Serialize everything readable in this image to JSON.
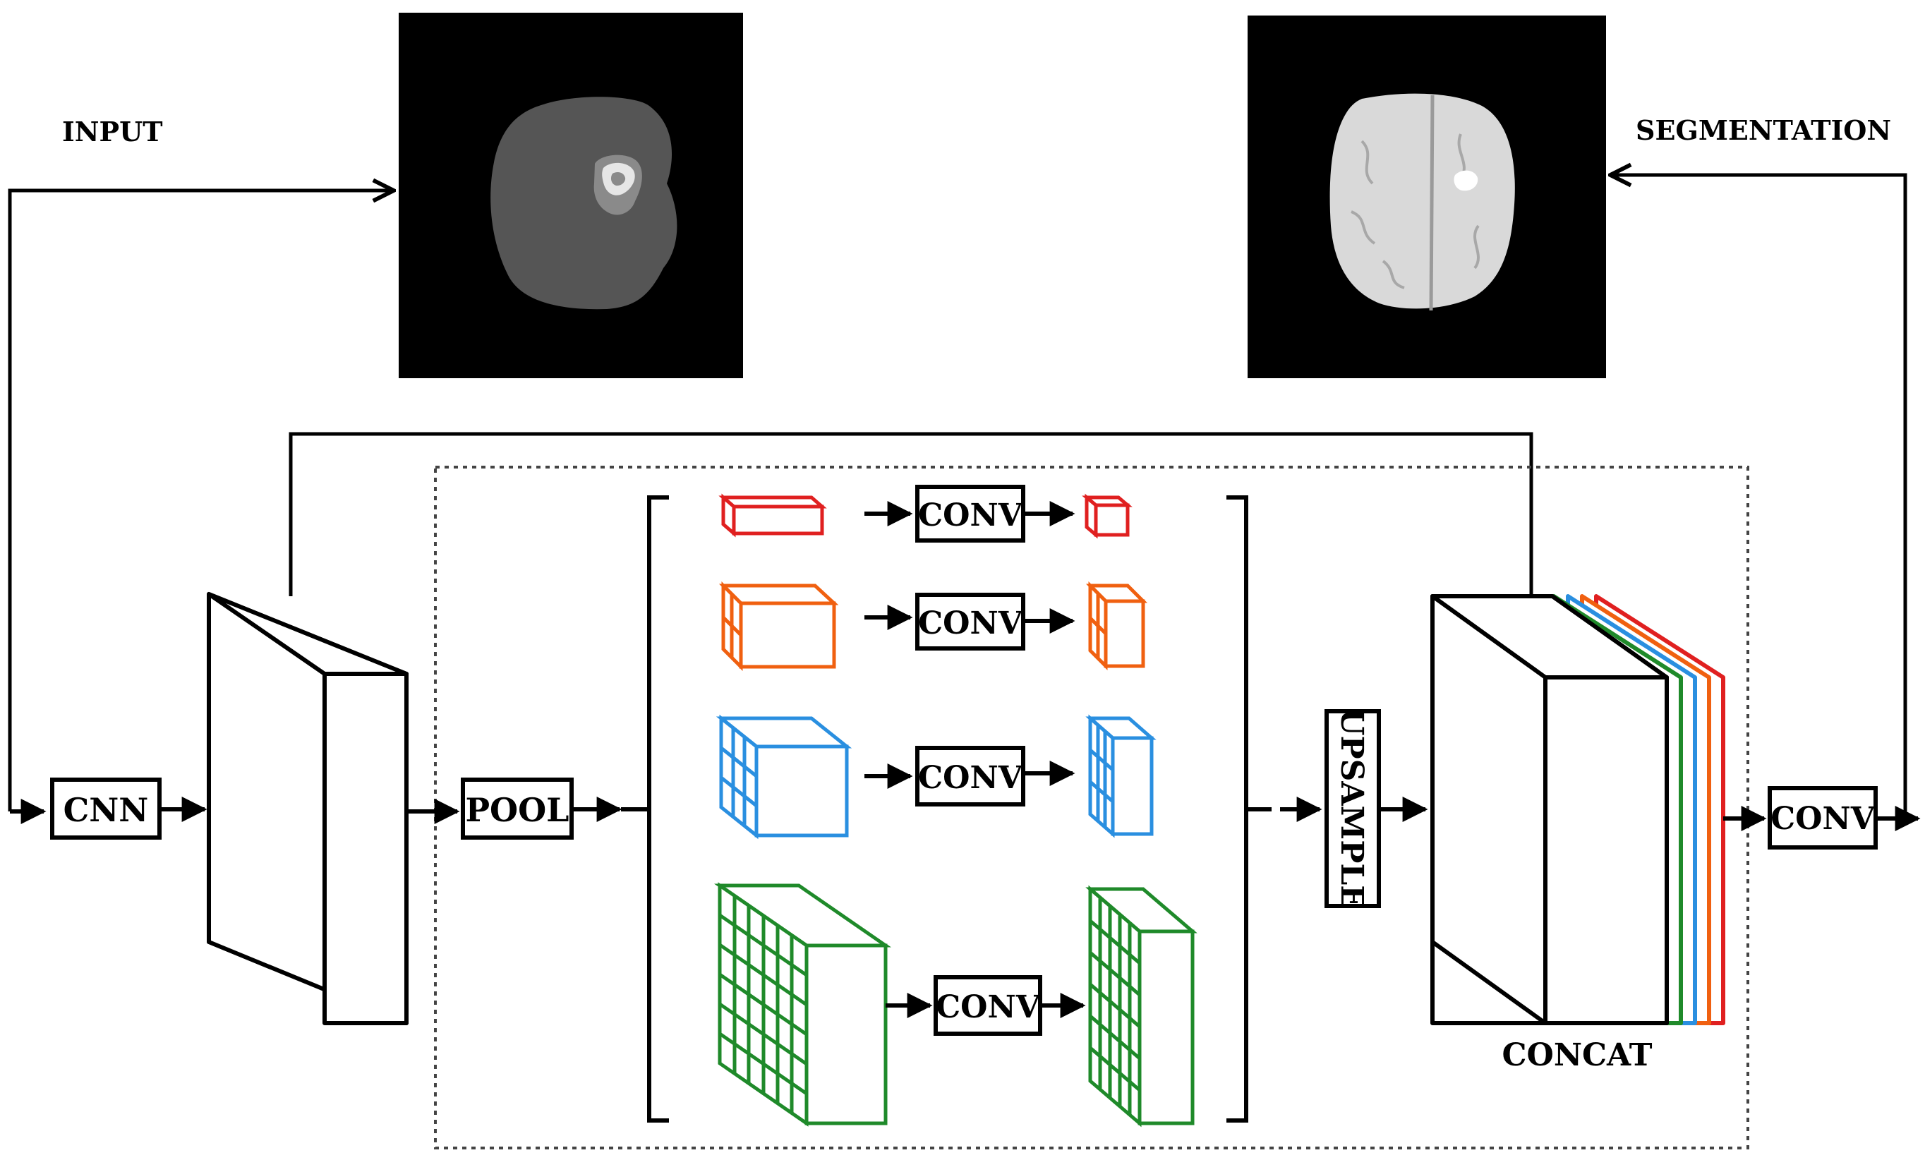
{
  "labels": {
    "input": "INPUT",
    "segmentation": "SEGMENTATION",
    "cnn": "CNN",
    "pool": "POOL",
    "upsample": "UPSAMPLE",
    "concat": "CONCAT",
    "conv_branch_1": "CONV",
    "conv_branch_2": "CONV",
    "conv_branch_3": "CONV",
    "conv_branch_4": "CONV",
    "conv_output": "CONV"
  },
  "branch_colors": {
    "branch_1": "#e02020",
    "branch_2": "#f06010",
    "branch_3": "#2a8fe0",
    "branch_4": "#1f8a2a"
  },
  "images": {
    "input_image": "brain-mri-tumor-mask",
    "output_image": "brain-mri-segmentation"
  }
}
